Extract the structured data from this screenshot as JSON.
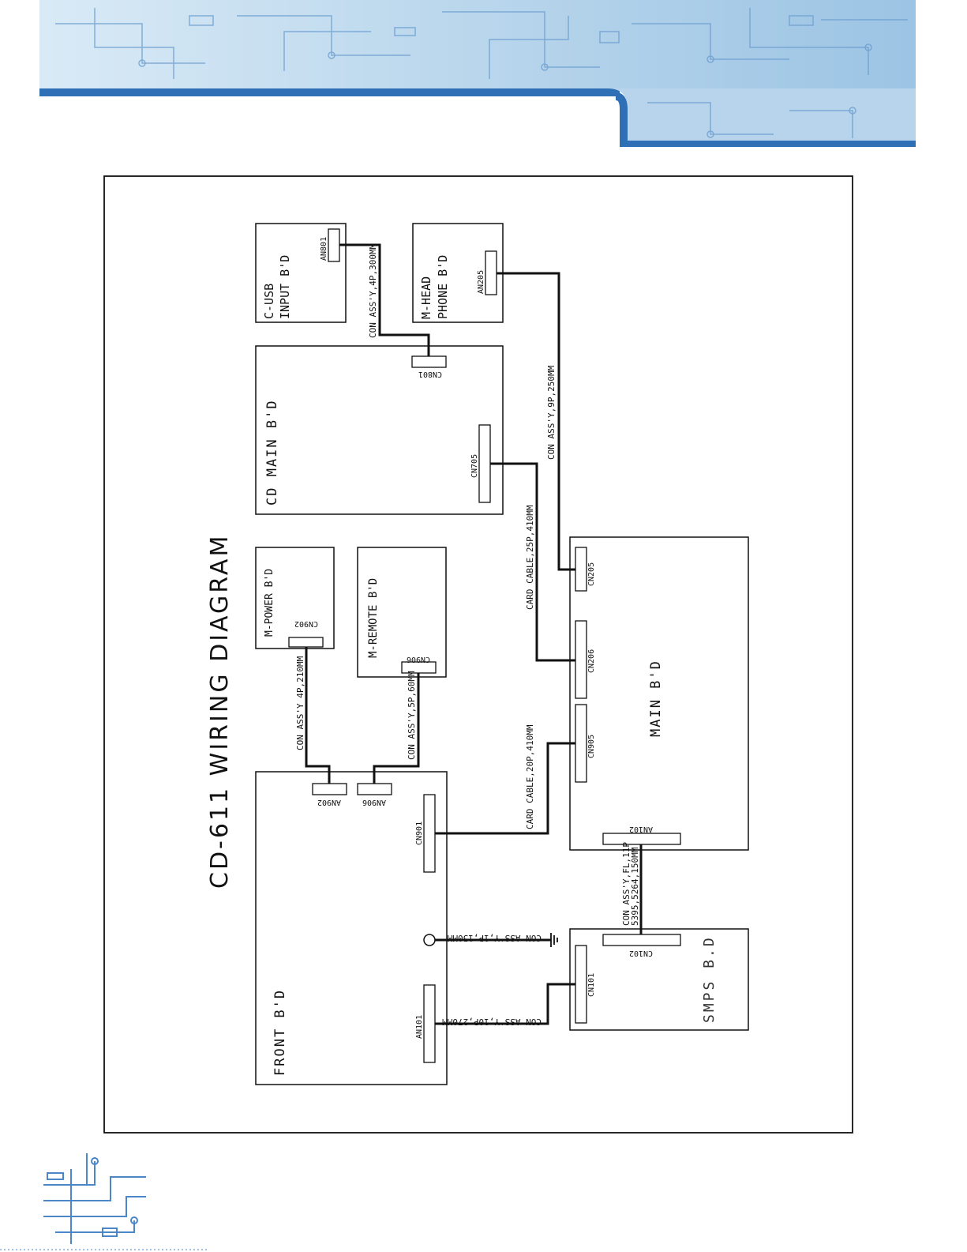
{
  "diagram": {
    "title": "CD-611  WIRING  DIAGRAM",
    "boards": {
      "front": "FRONT B'D",
      "cd_main": "CD MAIN B'D",
      "main": "MAIN B'D",
      "smps": "SMPS B.D",
      "m_power": "M-POWER B'D",
      "m_remote": "M-REMOTE B'D",
      "c_usb_line1": "C-USB",
      "c_usb_line2": "INPUT B'D",
      "m_head_line1": "M-HEAD",
      "m_head_line2": "PHONE B'D"
    },
    "connectors": {
      "an801": "AN801",
      "cn801": "CN801",
      "an205": "AN205",
      "cn705": "CN705",
      "cn902": "CN902",
      "cn906": "CN906",
      "an902": "AN902",
      "an906": "AN906",
      "cn901": "CN901",
      "an101": "AN101",
      "cn205": "CN205",
      "cn206": "CN206",
      "cn905": "CN905",
      "an102": "AN102",
      "cn102": "CN102",
      "cn101": "CN101"
    },
    "cables": {
      "usb": "CON ASS'Y,4P,300MM",
      "headphone": "CON ASS'Y,9P,250MM",
      "card25": "CARD CABLE,25P,410MM",
      "card20": "CARD CABLE,20P,410MM",
      "power": "CON ASS'Y 4P,210MM",
      "remote": "CON ASS'Y,5P,60MM",
      "fl_line1": "CON ASS'Y,FL,11P",
      "fl_line2": "5395,5264,150MM",
      "ground": "CON ASS'Y,1P,150MM",
      "smps": "CON ASS'Y,10P,270MM"
    }
  },
  "colors": {
    "banner_light": "#c7dff0",
    "banner_dark": "#2f6fb5",
    "circuit": "#6e9fd0",
    "line": "#111111"
  }
}
